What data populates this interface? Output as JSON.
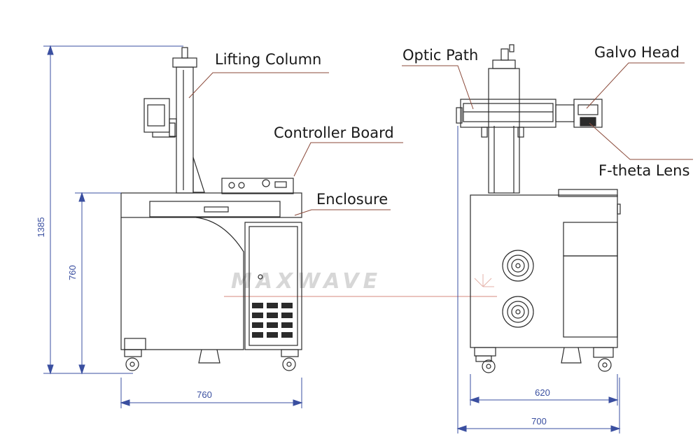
{
  "labels": {
    "lifting_column": "Lifting Column",
    "controller_board": "Controller Board",
    "enclosure": "Enclosure",
    "optic_path": "Optic Path",
    "galvo_head": "Galvo Head",
    "f_theta_lens": "F-theta Lens"
  },
  "dimensions": {
    "total_height": "1385",
    "cabinet_height": "760",
    "front_width": "760",
    "side_width_inner": "620",
    "side_width_outer": "700"
  },
  "watermark": "MAXWAVE",
  "colors": {
    "line": "#2b2b2b",
    "dimension": "#3a4fa0",
    "leader": "#8b4a3a"
  }
}
